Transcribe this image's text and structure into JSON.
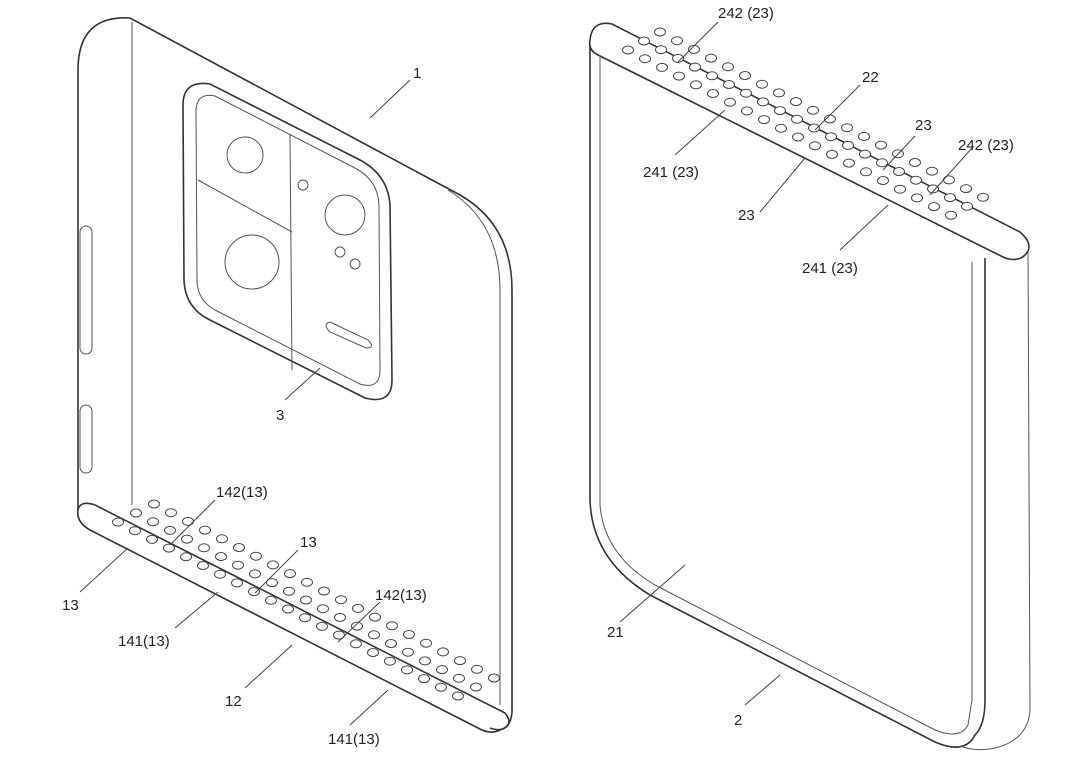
{
  "figure": {
    "left_view": {
      "labels": {
        "housing": "1",
        "camera": "3",
        "strip": "12",
        "side_a": "13",
        "side_b": "13",
        "hole_142_top": "142(13)",
        "hole_142_mid": "142(13)",
        "hole_141_mid": "141(13)",
        "hole_141_bottom": "141(13)"
      }
    },
    "right_view": {
      "labels": {
        "cover": "2",
        "face": "21",
        "strip": "22",
        "hole_23_a": "23",
        "hole_23_b": "23",
        "hole_242_top": "242 (23)",
        "hole_242_right": "242 (23)",
        "hole_241_left": "241 (23)",
        "hole_241_mid": "241 (23)"
      }
    }
  }
}
